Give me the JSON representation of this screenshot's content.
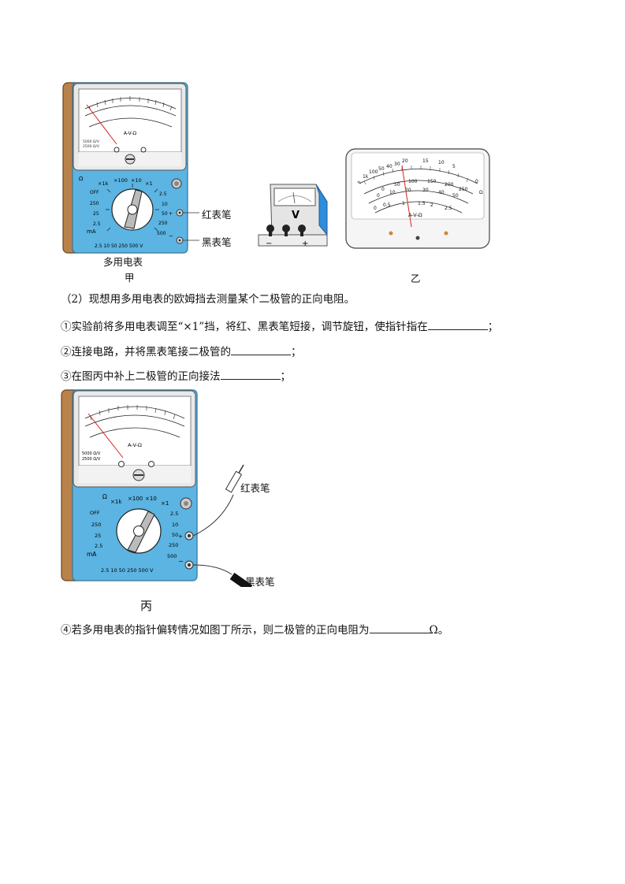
{
  "figure_top": {
    "multimeter_caption": "多用电表",
    "fig_jia": "甲",
    "fig_yi": "乙",
    "red_probe": "红表笔",
    "black_probe": "黑表笔",
    "meter_label": "A-V-Ω",
    "voltmeter_label": "V",
    "voltmeter_minus": "−",
    "voltmeter_plus": "+",
    "dial": {
      "ohm": "Ω",
      "k1": "×1k",
      "k100": "×100",
      "k10": "×10",
      "k1x": "×1",
      "off": "OFF",
      "v250l": "250",
      "ma25": "25",
      "ma25b": "2.5",
      "ma": "mA",
      "r25": "2.5",
      "r10": "10",
      "r50": "50",
      "r250": "250",
      "r500": "500",
      "bottom": "2.5  10   50   250  500 V",
      "plus": "+",
      "minus": "−"
    },
    "scale_yi": {
      "top_ticks": [
        "∞",
        "1k",
        "100",
        "50",
        "40",
        "30",
        "20",
        "15",
        "10",
        "5",
        "0"
      ],
      "mid_ticks": [
        "0",
        "50",
        "100",
        "150",
        "200",
        "250"
      ],
      "low_ticks": [
        "0",
        "10",
        "20",
        "30",
        "40",
        "50"
      ],
      "bot_ticks": [
        "0",
        "0.5",
        "1",
        "1.5",
        "2",
        "2.5"
      ],
      "ohm": "Ω"
    }
  },
  "questions": {
    "q2": "（2）现想用多用电表的欧姆挡去测量某个二极管的正向电阻。",
    "q2_1a": "①实验前将多用电表调至“×1”挡，将红、黑表笔短接，调节旋钮，使指针指在",
    "q2_1b": "；",
    "q2_2a": "②连接电路，并将黑表笔接二极管的",
    "q2_2b": "；",
    "q2_3a": "③在图丙中补上二极管的正向接法",
    "q2_3b": "；",
    "q2_4a": "④若多用电表的指针偏转情况如图丁所示，则二极管的正向电阻为",
    "q2_4b": "Ω。"
  },
  "figure_bottom": {
    "fig_bing": "丙",
    "red_probe": "红表笔",
    "black_probe": "黑表笔",
    "meter_label": "A-V-Ω"
  }
}
